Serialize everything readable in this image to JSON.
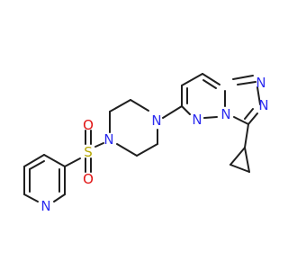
{
  "molecule": {
    "colors": {
      "bond": "#1f1f1f",
      "nitrogen": "#2c2cf0",
      "sulfur": "#b5a600",
      "oxygen": "#e01010"
    },
    "atoms": {
      "pyridine_n": "N",
      "piperazine_n_top": "N",
      "piperazine_n_bottom": "N",
      "ring_n_bottom_left": "N",
      "ring_n_bridge": "N",
      "triazole_n_top": "N",
      "triazole_n_right": "N",
      "sulfonyl_s": "S",
      "sulfonyl_o_top": "O",
      "sulfonyl_o_bottom": "O"
    }
  }
}
